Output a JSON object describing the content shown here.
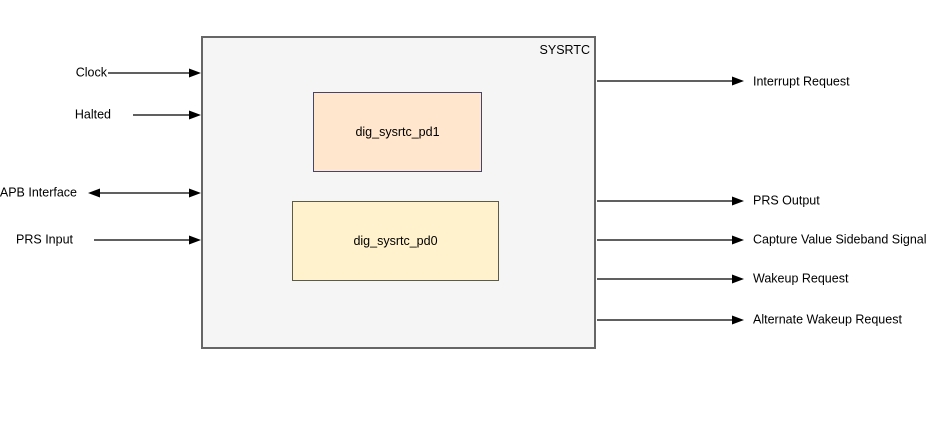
{
  "diagram": {
    "block_title": "SYSRTC",
    "inner_blocks": [
      {
        "label": "dig_sysrtc_pd1",
        "fill": "#FFE6CC",
        "border": "#45456B"
      },
      {
        "label": "dig_sysrtc_pd0",
        "fill": "#FFF2CC",
        "border": "#5B5B46"
      }
    ],
    "inputs": [
      {
        "label": "Clock",
        "direction": "input"
      },
      {
        "label": "Halted",
        "direction": "input"
      },
      {
        "label": "APB Interface",
        "direction": "bidirectional"
      },
      {
        "label": "PRS Input",
        "direction": "input"
      }
    ],
    "outputs": [
      {
        "label": "Interrupt Request"
      },
      {
        "label": "PRS Output"
      },
      {
        "label": "Capture Value Sideband Signal"
      },
      {
        "label": "Wakeup Request"
      },
      {
        "label": "Alternate Wakeup Request"
      }
    ],
    "colors": {
      "container_fill": "#F5F5F5",
      "container_border": "#666666",
      "arrow": "#000000",
      "text": "#000000"
    }
  }
}
